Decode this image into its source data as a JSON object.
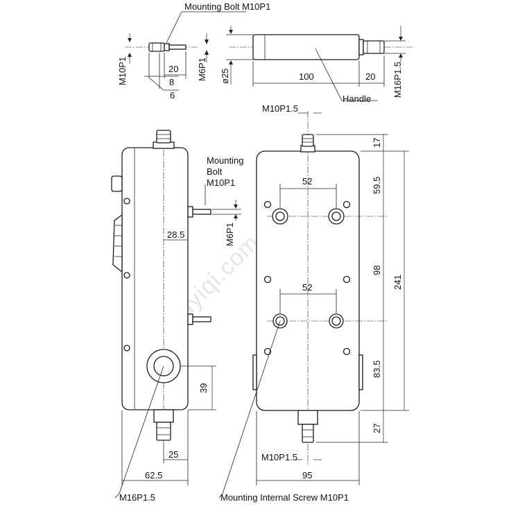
{
  "labels": {
    "mount_bolt_top": "Mounting Bolt M10P1",
    "mount_bolt_side_l1": "Mounting",
    "mount_bolt_side_l2": "Bolt",
    "mount_bolt_side_l3": "M10P1",
    "handle": "Handle",
    "m10p1_vert": "M10P1",
    "m6p1_top": "M6P1",
    "m6p1_side": "M6P1",
    "phi25": "ø25",
    "m16p15_vert": "M16P1.5",
    "m10p15_top": "M10P1.5",
    "m10p15_bottom": "M10P1.5",
    "m16p1_5_bottom": "M16P1.5",
    "mount_internal_screw": "Mounting Internal Screw M10P1",
    "watermark": "uyiqi.com"
  },
  "dims": {
    "d20a": "20",
    "d8": "8",
    "d6": "6",
    "d100": "100",
    "d20b": "20",
    "d28_5": "28.5",
    "d39": "39",
    "d25": "25",
    "d62_5": "62.5",
    "d52a": "52",
    "d52b": "52",
    "d17": "17",
    "d59_5": "59.5",
    "d98": "98",
    "d83_5": "83.5",
    "d27": "27",
    "d241": "241",
    "d95": "95"
  }
}
